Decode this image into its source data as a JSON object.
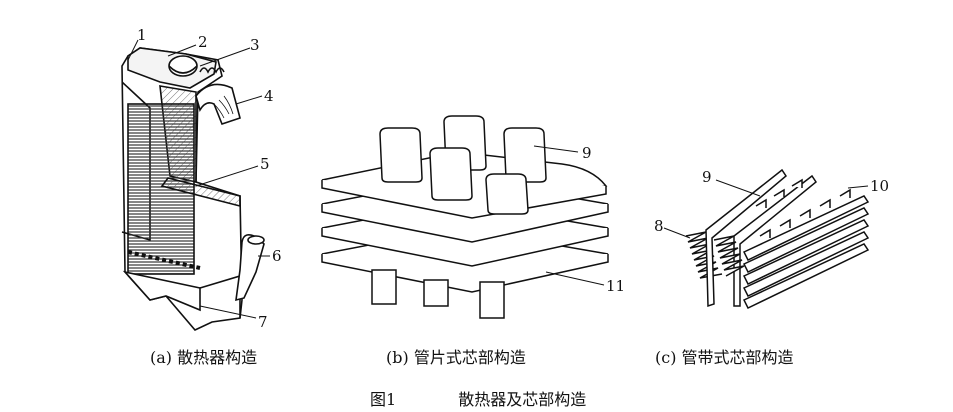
{
  "panels": {
    "a": {
      "caption": "(a) 散热器构造",
      "callouts": [
        "1",
        "2",
        "3",
        "4",
        "5",
        "6",
        "7"
      ]
    },
    "b": {
      "caption": "(b) 管片式芯部构造",
      "callouts": [
        "9",
        "11"
      ]
    },
    "c": {
      "caption": "(c) 管带式芯部构造",
      "callouts": [
        "9",
        "10",
        "8"
      ]
    }
  },
  "figure_title": {
    "prefix": "图1",
    "text": "散热器及芯部构造"
  }
}
